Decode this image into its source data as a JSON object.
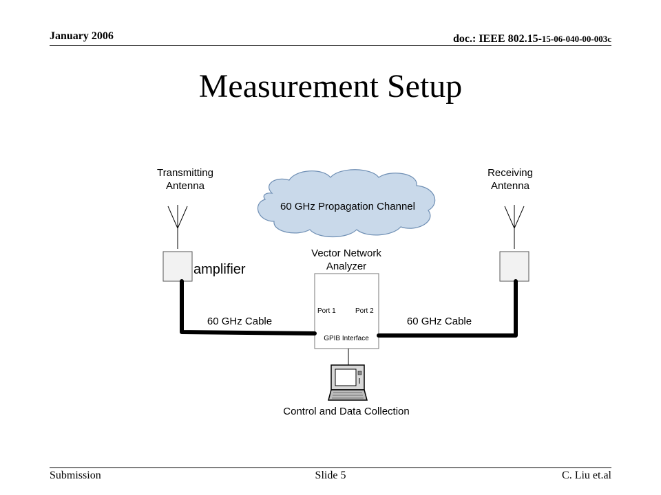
{
  "header": {
    "date": "January 2006",
    "doc_prefix": "doc.: IEEE 802.15-",
    "doc_suffix": "15-06-040-00-003c"
  },
  "title": "Measurement Setup",
  "diagram": {
    "tx_antenna_line1": "Transmitting",
    "tx_antenna_line2": "Antenna",
    "rx_antenna_line1": "Receiving",
    "rx_antenna_line2": "Antenna",
    "channel": "60 GHz Propagation Channel",
    "amplifier": "amplifier",
    "vna_line1": "Vector Network",
    "vna_line2": "Analyzer",
    "port1": "Port 1",
    "port2": "Port 2",
    "gpib": "GPIB Interface",
    "cable_left": "60 GHz Cable",
    "cable_right": "60 GHz Cable",
    "control": "Control and Data Collection"
  },
  "footer": {
    "left": "Submission",
    "center": "Slide 5",
    "right": "C. Liu et.al"
  }
}
